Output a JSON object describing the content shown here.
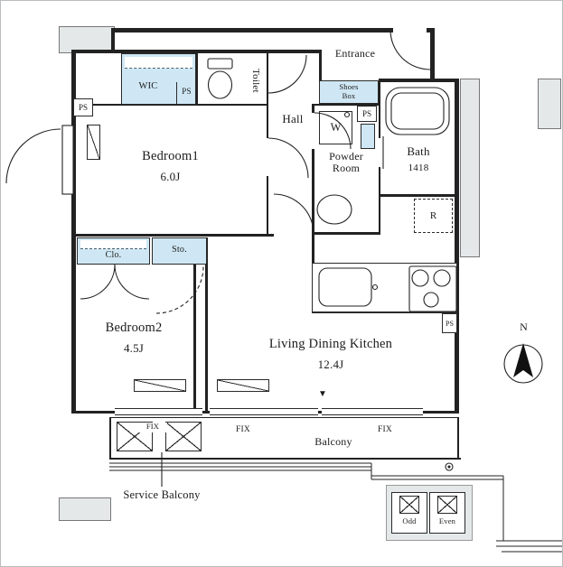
{
  "colors": {
    "storage_fill": "#cfe7f4",
    "wall": "#222222",
    "exterior_fill": "#e4e8e9"
  },
  "rooms": {
    "bedroom1": {
      "name": "Bedroom1",
      "size": "6.0J"
    },
    "bedroom2": {
      "name": "Bedroom2",
      "size": "4.5J"
    },
    "ldk": {
      "name": "Living Dining Kitchen",
      "size": "12.4J"
    },
    "hall": {
      "name": "Hall"
    },
    "entrance": {
      "name": "Entrance"
    },
    "toilet": {
      "name": "Toilet"
    },
    "wic": {
      "name": "WIC"
    },
    "shoes_box": {
      "name": "Shoes Box"
    },
    "powder_room": {
      "name": "Powder Room"
    },
    "bath": {
      "name": "Bath",
      "size": "1418"
    },
    "balcony": {
      "name": "Balcony"
    },
    "service_balcony": {
      "name": "Service Balcony"
    }
  },
  "fixtures": {
    "washer": "W",
    "refrigerator": "R",
    "closet": "Clo.",
    "storage": "Sto."
  },
  "labels": {
    "ps": "PS",
    "fix": "FIX",
    "north": "N",
    "odd": "Odd",
    "even": "Even",
    "position_marker": "▼"
  }
}
